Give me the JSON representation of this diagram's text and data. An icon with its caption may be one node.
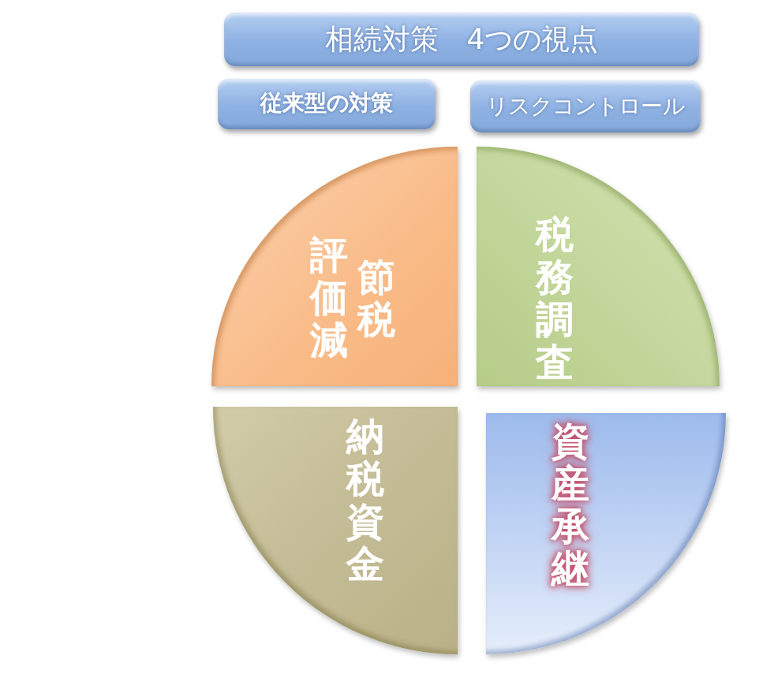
{
  "diagram": {
    "nodes": [
      {
        "text": [
          "相続対策　4つの視点"
        ]
      },
      {
        "text": [
          "従来型の対策"
        ]
      },
      {
        "text": [
          "リスクコントロール"
        ]
      },
      {
        "text": [
          "評価減",
          "節税"
        ]
      },
      {
        "text": [
          "税務調査"
        ]
      },
      {
        "text": [
          "納税資金"
        ]
      },
      {
        "text": [
          "資産承継"
        ]
      }
    ]
  }
}
